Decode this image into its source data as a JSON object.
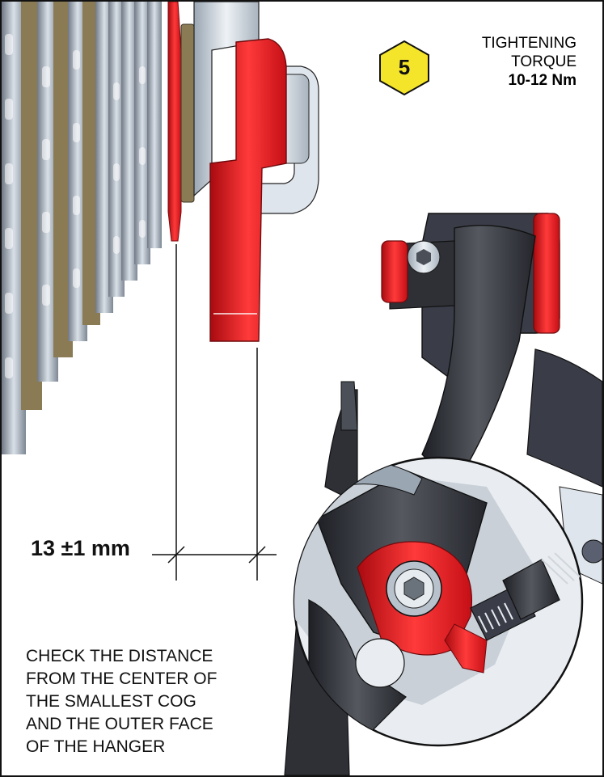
{
  "torque": {
    "line1": "TIGHTENING",
    "line2": "TORQUE",
    "value": "10-12 Nm"
  },
  "step": {
    "number": "5",
    "badge_color": "#f5e52a",
    "badge_shape": "hexagon"
  },
  "measurement": {
    "label": "13 ±1 mm"
  },
  "instruction": {
    "lines": [
      "CHECK THE DISTANCE",
      "FROM THE CENTER OF",
      "THE SMALLEST COG",
      "AND THE OUTER FACE",
      "OF THE HANGER"
    ]
  },
  "colors": {
    "accent": "#e8141c",
    "metal": "#8f9aa6",
    "dark_part": "#2e3036",
    "hub": "#c8d2dc",
    "cog_gold": "#8a7b55"
  }
}
